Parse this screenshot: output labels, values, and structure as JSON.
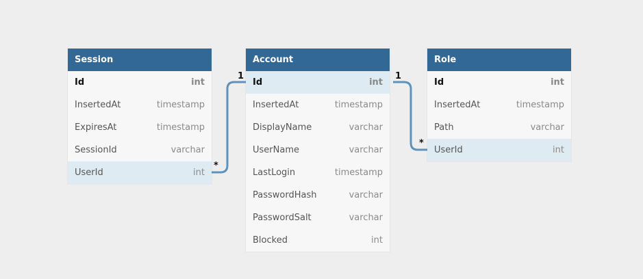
{
  "tables": {
    "session": {
      "title": "Session",
      "columns": [
        {
          "name": "Id",
          "type": "int"
        },
        {
          "name": "InsertedAt",
          "type": "timestamp"
        },
        {
          "name": "ExpiresAt",
          "type": "timestamp"
        },
        {
          "name": "SessionId",
          "type": "varchar"
        },
        {
          "name": "UserId",
          "type": "int"
        }
      ]
    },
    "account": {
      "title": "Account",
      "columns": [
        {
          "name": "Id",
          "type": "int"
        },
        {
          "name": "InsertedAt",
          "type": "timestamp"
        },
        {
          "name": "DisplayName",
          "type": "varchar"
        },
        {
          "name": "UserName",
          "type": "varchar"
        },
        {
          "name": "LastLogin",
          "type": "timestamp"
        },
        {
          "name": "PasswordHash",
          "type": "varchar"
        },
        {
          "name": "PasswordSalt",
          "type": "varchar"
        },
        {
          "name": "Blocked",
          "type": "int"
        }
      ]
    },
    "role": {
      "title": "Role",
      "columns": [
        {
          "name": "Id",
          "type": "int"
        },
        {
          "name": "InsertedAt",
          "type": "timestamp"
        },
        {
          "name": "Path",
          "type": "varchar"
        },
        {
          "name": "UserId",
          "type": "int"
        }
      ]
    }
  },
  "relations": {
    "session_account": {
      "from_card": "*",
      "to_card": "1"
    },
    "role_account": {
      "from_card": "*",
      "to_card": "1"
    }
  },
  "colors": {
    "header": "#316896",
    "connector": "#5e92bc",
    "highlight": "#deebf3",
    "background": "#eeeeee"
  }
}
